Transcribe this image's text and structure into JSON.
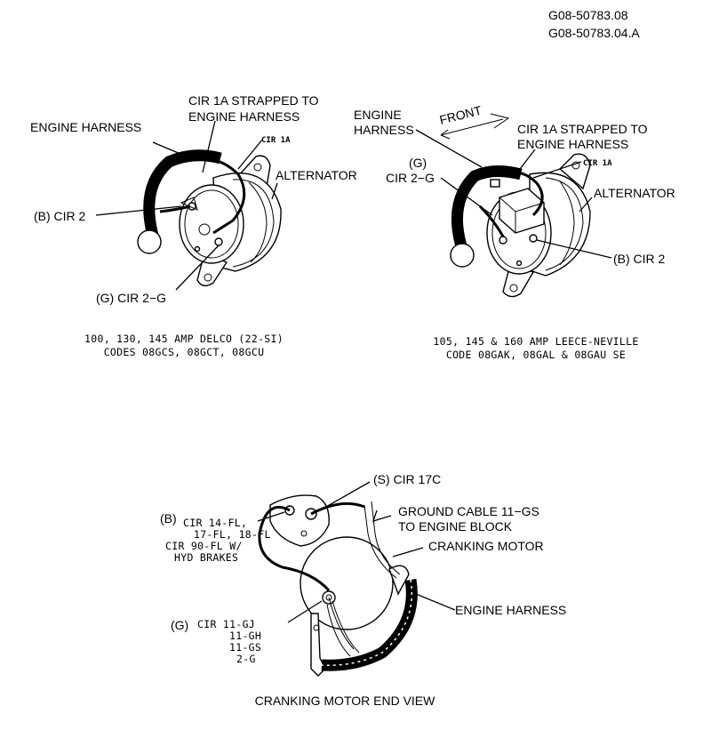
{
  "doc_codes": [
    "G08-50783.08",
    "G08-50783.04.A"
  ],
  "delco": {
    "labels": {
      "engine_harness": "ENGINE HARNESS",
      "strapped_line1": "CIR 1A STRAPPED TO",
      "strapped_line2": "ENGINE HARNESS",
      "cir1a": "CIR 1A",
      "alternator": "ALTERNATOR",
      "b_cir2": "(B) CIR 2",
      "g_cir2g": "(G) CIR 2−G"
    },
    "caption_line1": "100, 130, 145 AMP DELCO (22-SI)",
    "caption_line2": "CODES 08GCS, 08GCT, 08GCU"
  },
  "leece": {
    "labels": {
      "front": "FRONT",
      "engine": "ENGINE",
      "harness": "HARNESS",
      "strapped_line1": "CIR 1A STRAPPED TO",
      "strapped_line2": "ENGINE HARNESS",
      "g": "(G)",
      "cir2g": "CIR 2−G",
      "cir1a": "CIR 1A",
      "alternator": "ALTERNATOR",
      "b_cir2": "(B) CIR 2"
    },
    "caption_line1": "105, 145 & 160 AMP LEECE-NEVILLE",
    "caption_line2": "CODE 08GAK, 08GAL & 08GAU SE"
  },
  "cranking": {
    "labels": {
      "s_cir17c": "(S) CIR 17C",
      "b": "(B)",
      "b_line1": "CIR 14-FL,",
      "b_line2": "17-FL, 18-FL",
      "b_line3": "CIR 90-FL W/",
      "b_line4": "HYD BRAKES",
      "ground_line1": "GROUND CABLE 11−GS",
      "ground_line2": "TO ENGINE BLOCK",
      "cranking_motor": "CRANKING MOTOR",
      "engine_harness": "ENGINE HARNESS",
      "g": "(G)",
      "g_line1": "CIR 11-GJ",
      "g_line2": "11-GH",
      "g_line3": "11-GS",
      "g_line4": "2-G"
    },
    "caption": "CRANKING MOTOR END VIEW"
  }
}
